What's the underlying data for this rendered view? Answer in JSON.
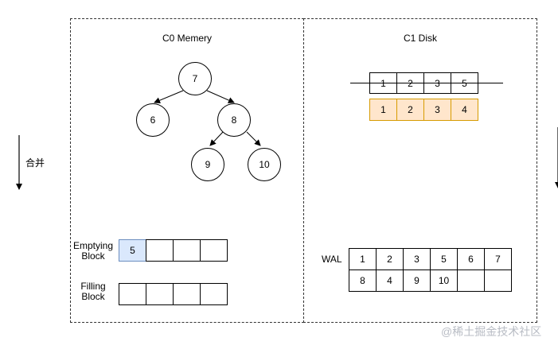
{
  "left_side": {
    "merge_label": "合并"
  },
  "c0": {
    "title": "C0 Memery",
    "tree": {
      "root": "7",
      "left": "6",
      "right": "8",
      "right_left": "9",
      "right_right": "10"
    },
    "emptying_block": {
      "label": "Emptying Block",
      "cells": [
        "5",
        "",
        "",
        ""
      ],
      "highlight_color": "#dae8fc",
      "highlight_border": "#6c8ebf"
    },
    "filling_block": {
      "label": "Filling Block",
      "cells": [
        "",
        "",
        "",
        ""
      ]
    }
  },
  "c1": {
    "title": "C1 Disk",
    "struck_run": {
      "cells": [
        "1",
        "2",
        "3",
        "5"
      ]
    },
    "new_run": {
      "cells": [
        "1",
        "2",
        "3",
        "4"
      ],
      "fill_color": "#ffe6cc",
      "border_color": "#d79b00"
    },
    "wal": {
      "label": "WAL",
      "row1": [
        "1",
        "2",
        "3",
        "5",
        "6",
        "7"
      ],
      "row2": [
        "8",
        "4",
        "9",
        "10",
        "",
        ""
      ]
    }
  },
  "watermark": "@稀土掘金技术社区"
}
